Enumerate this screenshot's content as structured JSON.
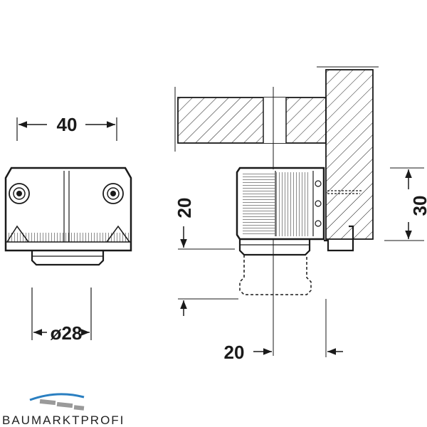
{
  "dimensions": {
    "front_width": "40",
    "diameter": "ø28",
    "height_20": "20",
    "height_30": "30",
    "offset_20": "20"
  },
  "logo": {
    "text": "BAUMARKTPROFI",
    "colors": {
      "blue": "#2a7fc1",
      "grey": "#9a9a9a"
    }
  }
}
